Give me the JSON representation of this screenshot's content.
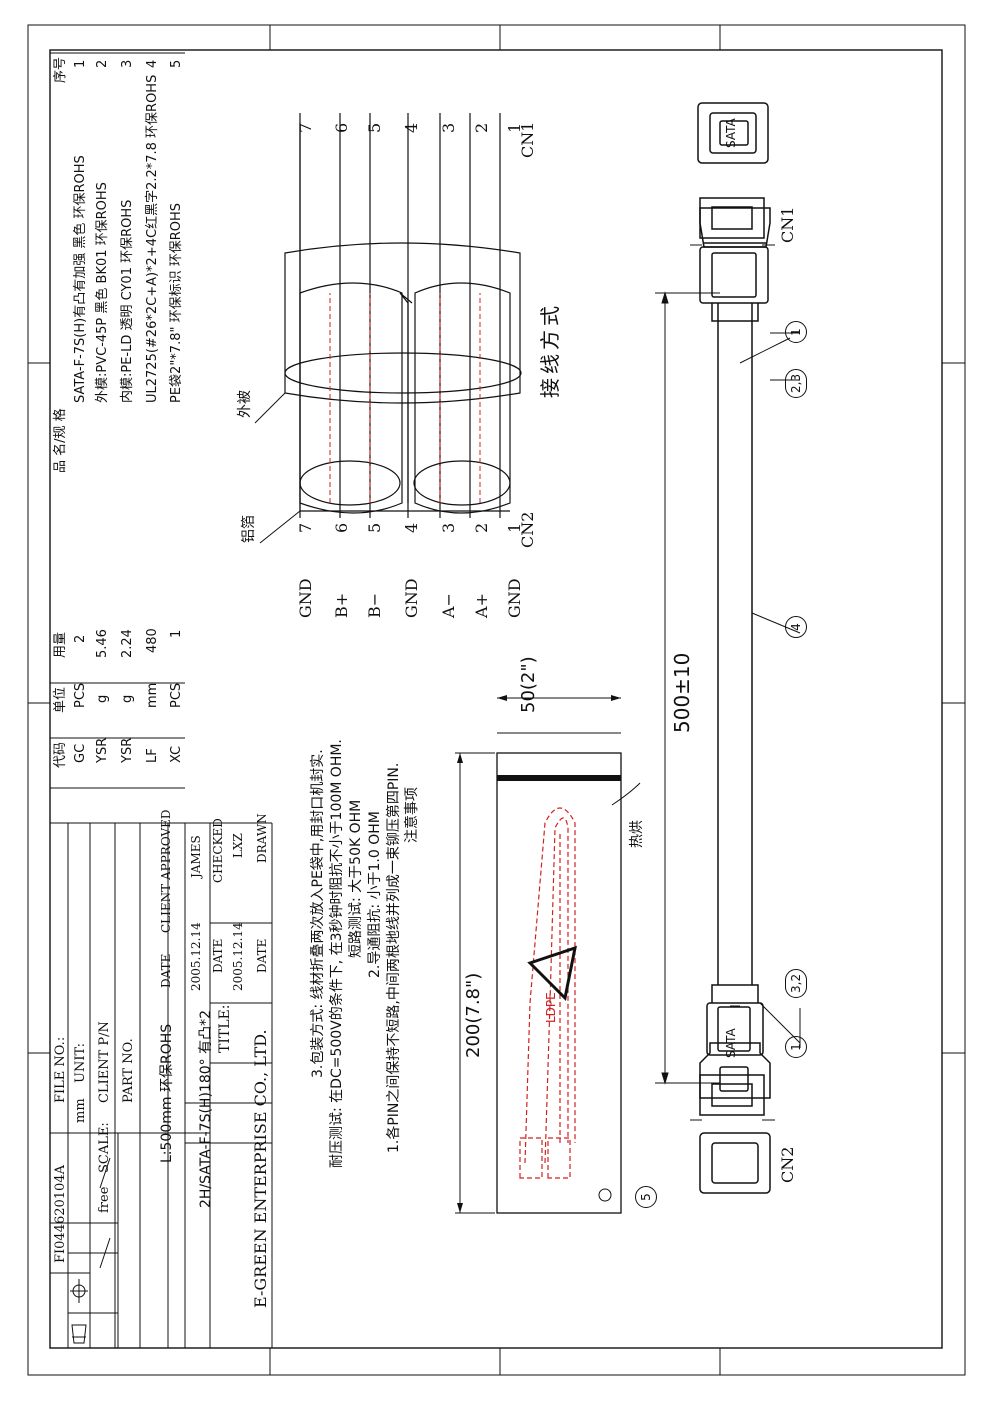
{
  "title": {
    "section": "接线方式",
    "jacket_label": "外被",
    "foil_label": "铝箔",
    "heat_seal_label": "热烘",
    "recycle_label": "LDPE"
  },
  "connectors": {
    "cn1": "CN1",
    "cn2": "CN2",
    "sata_text": "SATA",
    "pin7": "7",
    "pin1": "1"
  },
  "pins": [
    "1",
    "2",
    "3",
    "4",
    "5",
    "6",
    "7"
  ],
  "signals": [
    "GND",
    "A+",
    "A−",
    "GND",
    "B−",
    "B+",
    "GND"
  ],
  "dimensions": {
    "length": "500±10",
    "bag_width": "50(2\")",
    "bag_length": "200(7.8\")"
  },
  "callouts": [
    "1",
    "2",
    "3",
    "4",
    "5"
  ],
  "notes": {
    "heading": "注意事项",
    "line1": "1.各PIN之间保持不短路,中间两根地线并列成一束铆压第四PIN.",
    "line2": "2.导通阻抗: 小于1.0 OHM",
    "line2b": "短路测试: 大于50K OHM",
    "line2c": "耐压测试: 在DC=500V的条件下, 在3秒钟时阻抗不小于100M OHM.",
    "line3": "3.包装方式: 线材折叠两次放入PE袋中,用封口机封实."
  },
  "bom": {
    "headers": [
      "序号",
      "品 名/规 格",
      "用量",
      "单位",
      "代码"
    ],
    "rows": [
      {
        "no": "5",
        "spec": "PE袋2\"*7.8\" 环保标识 环保ROHS",
        "qty": "1",
        "unit": "PCS",
        "code": "XC"
      },
      {
        "no": "4",
        "spec": "UL2725(#26*2C+A)*2+4C红黑字2.2*7.8 环保ROHS",
        "qty": "480",
        "unit": "mm",
        "code": "LF"
      },
      {
        "no": "3",
        "spec": "内模:PE-LD  透明 CY01 环保ROHS",
        "qty": "2.24",
        "unit": "g",
        "code": "YSR"
      },
      {
        "no": "2",
        "spec": "外模:PVC-45P 黑色 BK01 环保ROHS",
        "qty": "5.46",
        "unit": "g",
        "code": "YSR"
      },
      {
        "no": "1",
        "spec": "SATA-F-7S(H)有凸有加强 黑色 环保ROHS",
        "qty": "2",
        "unit": "PCS",
        "code": "GC"
      }
    ]
  },
  "title_block": {
    "drawn": "DRAWN",
    "date_h": "DATE",
    "drawn_by": "LXZ",
    "drawn_date": "2005.12.14",
    "checked": "CHECKED",
    "checked_by": "JAMES",
    "checked_date": "2005.12.14",
    "client_approved": "CLIENT APPROVED",
    "client_date": "DATE",
    "company": "E-GREEN ENTERPRISE CO., LTD.",
    "title_label": "TITLE:",
    "title_line1": "2H/SATA-F-7S(H)180° 有凸*2",
    "title_line2": "L:500mm  环保ROHS",
    "part_no": "PART NO.",
    "client_pn": "CLIENT P/N",
    "unit": "UNIT:",
    "unit_val": "mm",
    "scale": "SCALE:",
    "scale_val": "free",
    "file_no": "FILE NO.:",
    "file_val": "FI044620104A"
  }
}
